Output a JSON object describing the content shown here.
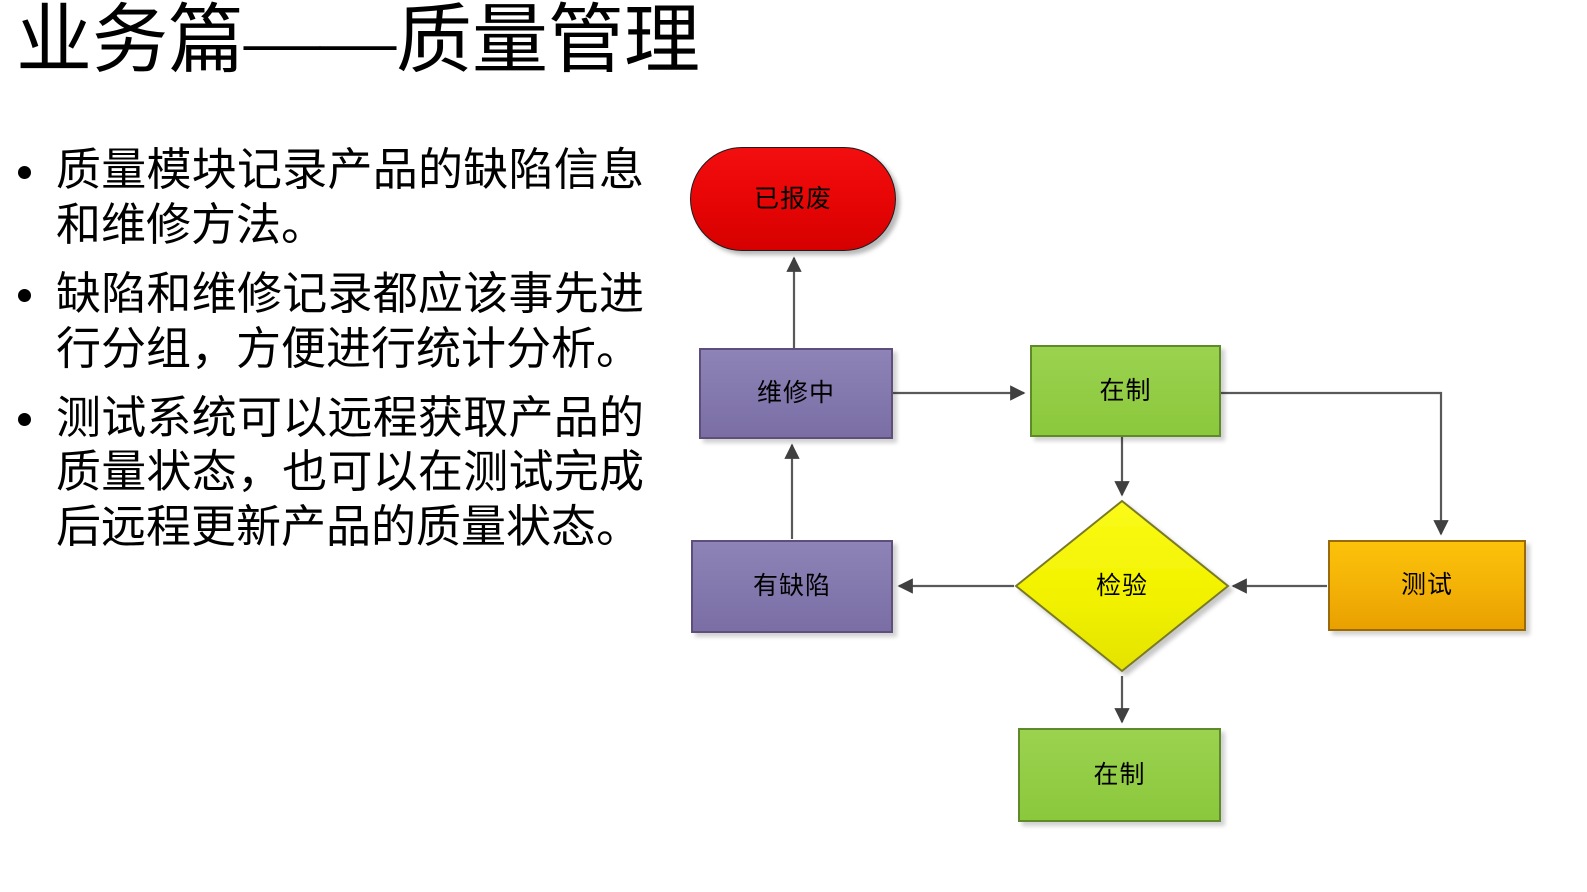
{
  "slide": {
    "title": "业务篇——质量管理",
    "bullets": [
      "质量模块记录产品的缺陷信息和维修方法。",
      "缺陷和维修记录都应该事先进行分组，方便进行统计分析。",
      "测试系统可以远程获取产品的质量状态，也可以在测试完成后远程更新产品的质量状态。"
    ]
  },
  "diagram": {
    "nodes": {
      "scrapped": {
        "label": "已报废",
        "shape": "stadium",
        "color": "#e90606"
      },
      "repairing": {
        "label": "维修中",
        "shape": "rectangle",
        "color": "#8479ae"
      },
      "wip_top": {
        "label": "在制",
        "shape": "rectangle",
        "color": "#93cd46"
      },
      "defective": {
        "label": "有缺陷",
        "shape": "rectangle",
        "color": "#8479ae"
      },
      "inspect": {
        "label": "检验",
        "shape": "diamond",
        "color": "#f2f200"
      },
      "test": {
        "label": "测试",
        "shape": "rectangle",
        "color": "#f4b307"
      },
      "wip_bottom": {
        "label": "在制",
        "shape": "rectangle",
        "color": "#93cd46"
      }
    },
    "edges": [
      {
        "from": "维修中",
        "to": "已报废"
      },
      {
        "from": "维修中",
        "to": "在制"
      },
      {
        "from": "在制",
        "to": "测试"
      },
      {
        "from": "在制",
        "to": "检验"
      },
      {
        "from": "测试",
        "to": "检验"
      },
      {
        "from": "检验",
        "to": "有缺陷"
      },
      {
        "from": "检验",
        "to": "在制"
      },
      {
        "from": "有缺陷",
        "to": "维修中"
      }
    ],
    "connector_color": "#595959"
  }
}
